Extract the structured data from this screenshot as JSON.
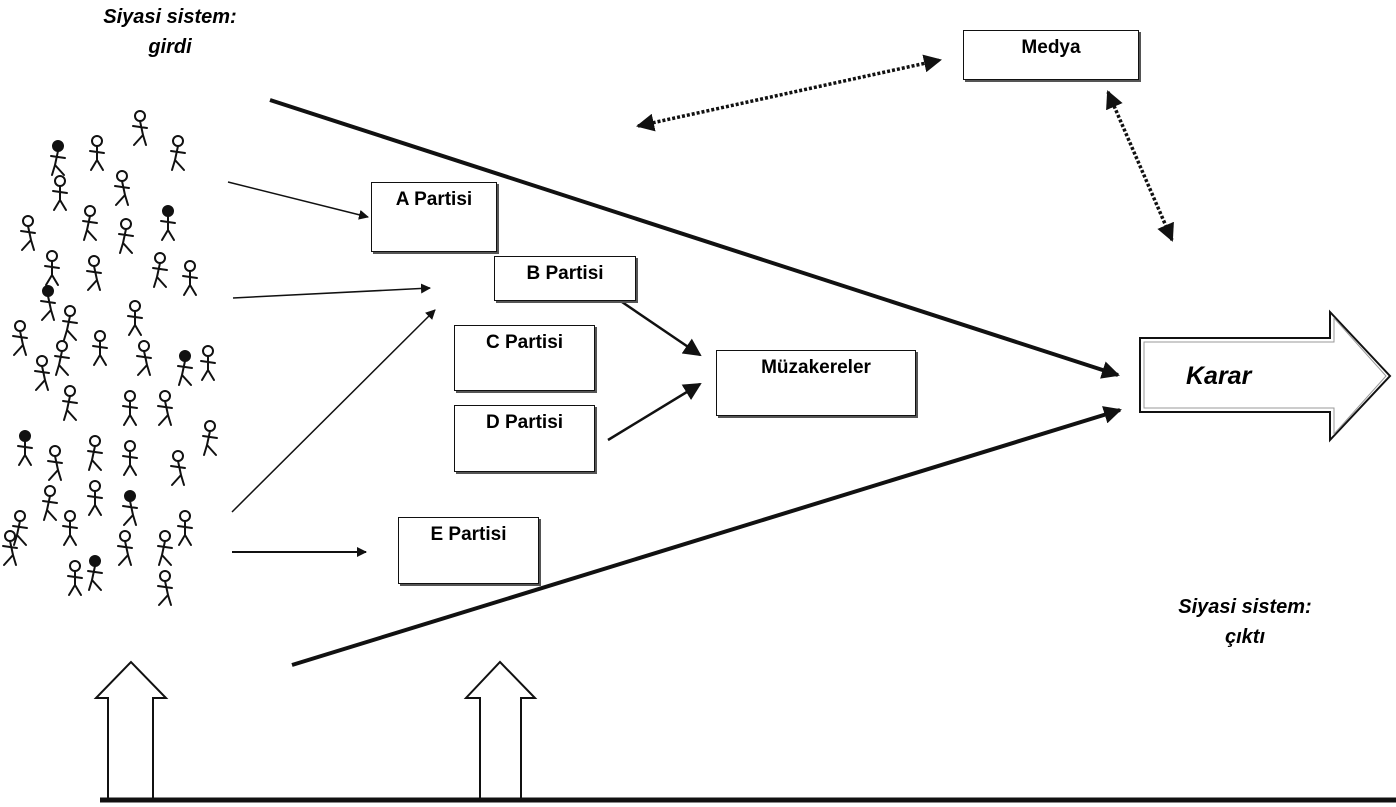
{
  "input_label": {
    "line1": "Siyasi sistem:",
    "line2": "girdi"
  },
  "output_label": {
    "line1": "Siyasi sistem:",
    "line2": "çıktı"
  },
  "boxes": {
    "media": "Medya",
    "party_a": "A Partisi",
    "party_b": "B Partisi",
    "party_c": "C Partisi",
    "party_d": "D Partisi",
    "party_e": "E Partisi",
    "negotiations": "Müzakereler"
  },
  "decision": "Karar",
  "crowd_icon": "stick-figure-crowd"
}
